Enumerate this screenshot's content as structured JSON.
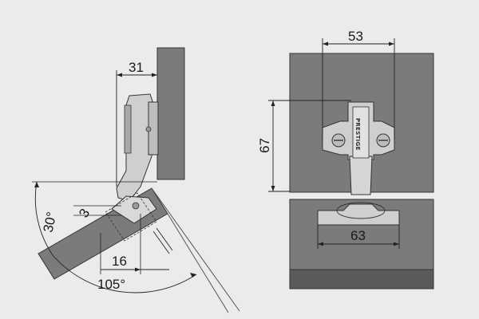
{
  "side_view": {
    "dim_depth": "31",
    "dim_offset": "3",
    "dim_bottom": "16",
    "angle_small": "30°",
    "angle_open": "105°"
  },
  "front_view": {
    "dim_hole_spacing": "53",
    "dim_height": "67",
    "dim_plate_width": "63",
    "brand": "PRESTIGE"
  },
  "colors": {
    "background": "#ebebeb",
    "panel": "#7b7b7b",
    "panel_dark": "#5a5a5a",
    "metal": "#cfcfcf",
    "line": "#222222"
  }
}
